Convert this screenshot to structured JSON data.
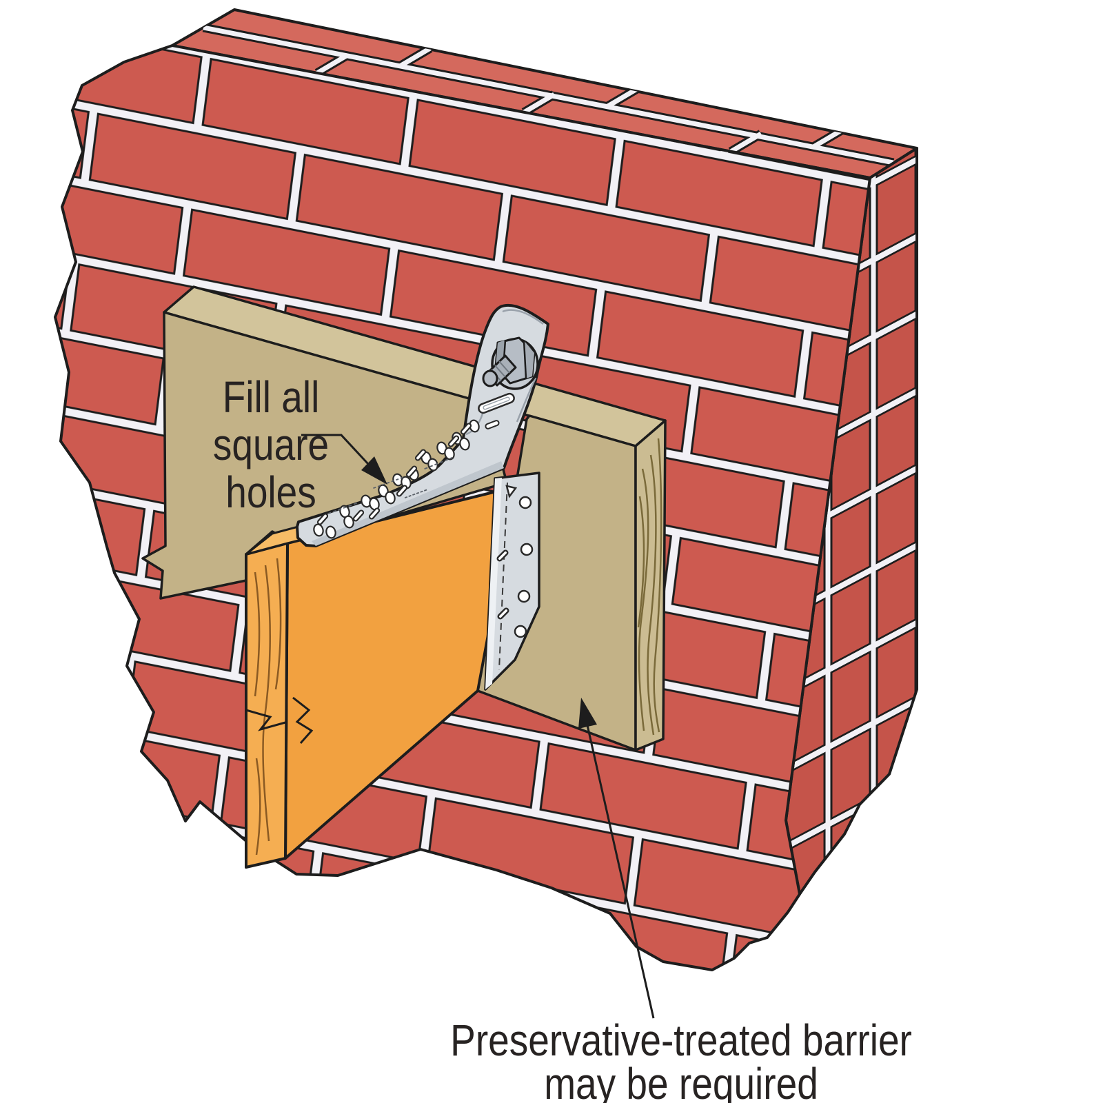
{
  "diagram": {
    "description": "Isometric installation illustration: joist strap tie and hanger on brick wall with preservative-treated barrier board",
    "labels": {
      "fill_holes": {
        "lines": [
          "Fill all",
          "square",
          "holes"
        ]
      },
      "barrier": {
        "lines": [
          "Preservative-treated barrier",
          "may be required"
        ]
      }
    },
    "colors": {
      "brick_front": "#cd5a50",
      "brick_top": "#d4695d",
      "brick_side": "#c5544a",
      "mortar": "#f2f1f6",
      "outline": "#1d1d1d",
      "board_face": "#c3b287",
      "board_top": "#d2c49b",
      "board_end": "#cbbc92",
      "wood_grain": "#7a6a3a",
      "joist_face": "#f2a140",
      "joist_end": "#f5ae52",
      "joist_top": "#f7bc66",
      "joist_grain": "#8a5a23",
      "steel": "#d6dbe0",
      "steel_shade": "#bfc6cd",
      "steel_light": "#eef1f4",
      "label_text": "#272322"
    }
  }
}
